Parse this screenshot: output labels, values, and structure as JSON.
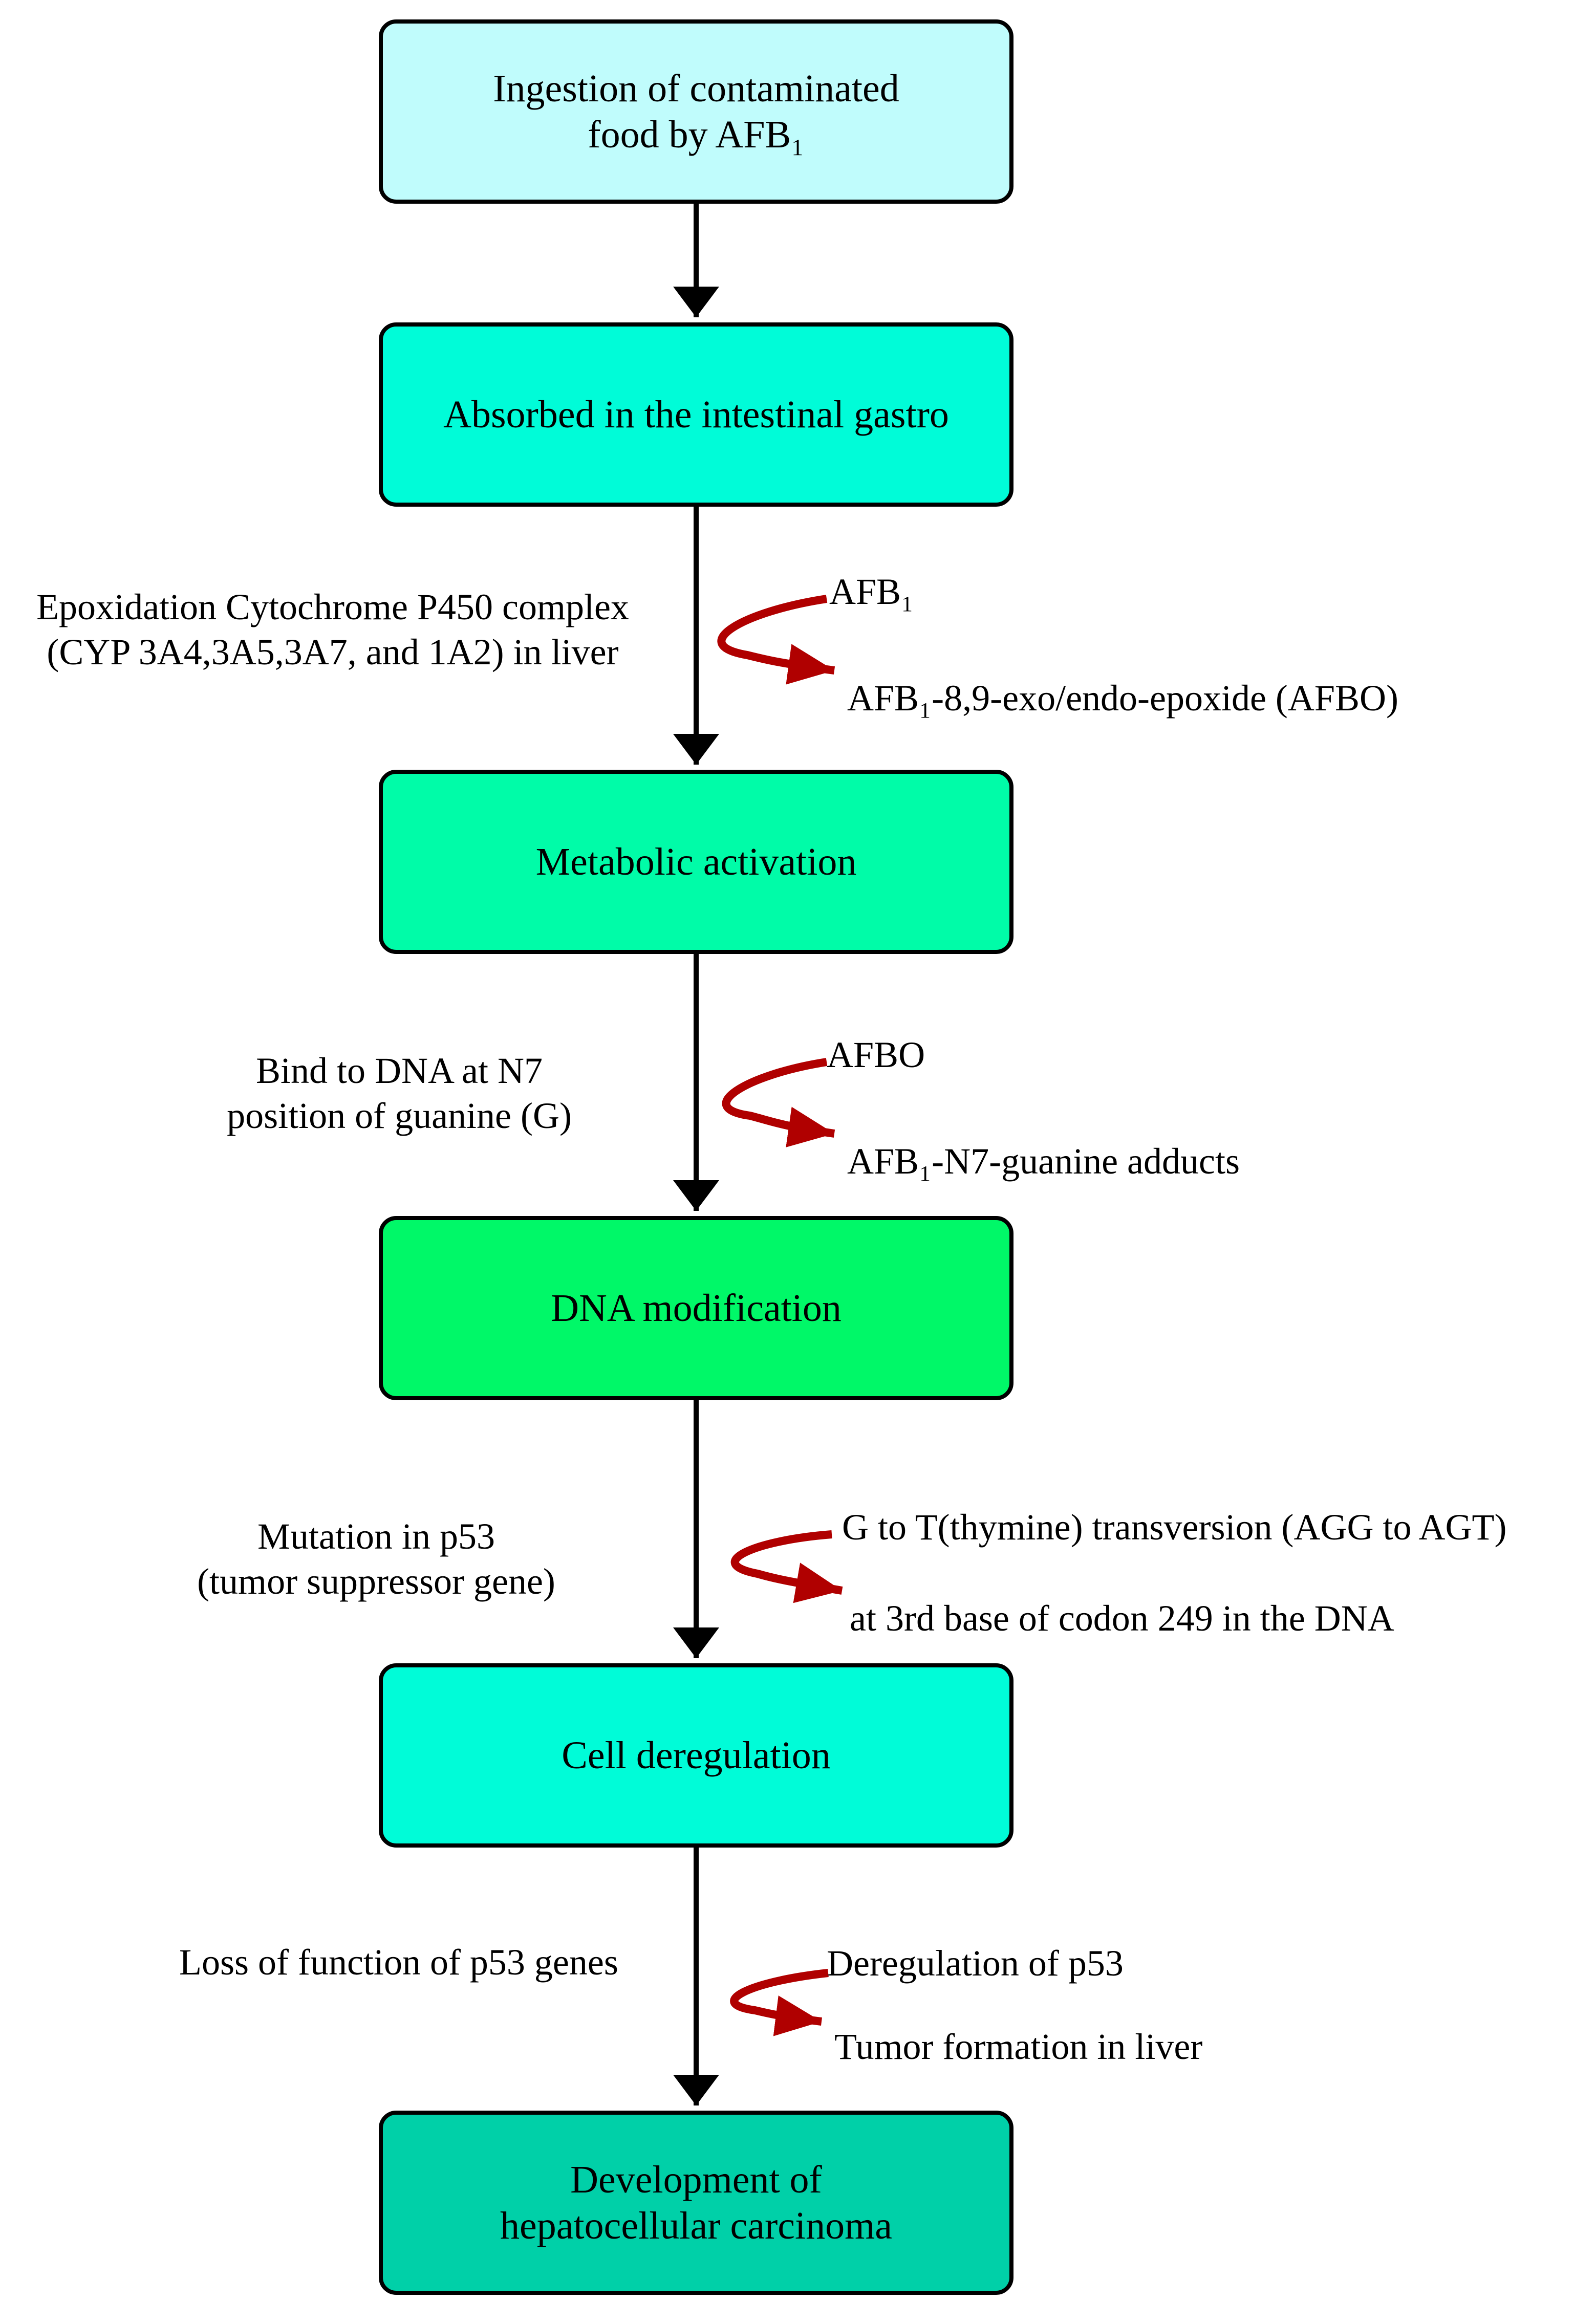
{
  "colors": {
    "step1": "#c0fcfc",
    "step2": "#00fcd8",
    "step3": "#00fca8",
    "step4": "#00f868",
    "step5": "#00fcd8",
    "step6": "#00d0a8",
    "flow_arrow": "#000000",
    "reaction_arrow": "#b00000"
  },
  "steps": [
    {
      "lines": [
        "Ingestion of contaminated",
        "food by AFB₁"
      ]
    },
    {
      "lines": [
        "Absorbed in the intestinal gastro"
      ]
    },
    {
      "lines": [
        "Metabolic activation"
      ]
    },
    {
      "lines": [
        "DNA modification"
      ]
    },
    {
      "lines": [
        "Cell deregulation"
      ]
    },
    {
      "lines": [
        "Development of",
        "hepatocellular carcinoma"
      ]
    }
  ],
  "transitions": [
    {
      "condition": [
        "Epoxidation Cytochrome P450 complex",
        "(CYP 3A4,3A5,3A7, and 1A2)  in liver"
      ],
      "reactant": "AFB₁",
      "product": "AFB₁-8,9-exo/endo-epoxide (AFBO)"
    },
    {
      "condition": [
        "Bind to DNA at N7",
        "position of guanine (G)"
      ],
      "reactant": "AFBO",
      "product": "AFB₁-N7-guanine adducts"
    },
    {
      "condition": [
        "Mutation in p53",
        "(tumor suppressor gene)"
      ],
      "reactant": "G to T(thymine) transversion (AGG to AGT)",
      "product": "at 3rd base of codon 249 in the DNA"
    },
    {
      "condition": [
        "Loss of function of p53 genes"
      ],
      "reactant": "Deregulation of p53",
      "product": "Tumor formation in liver"
    }
  ]
}
